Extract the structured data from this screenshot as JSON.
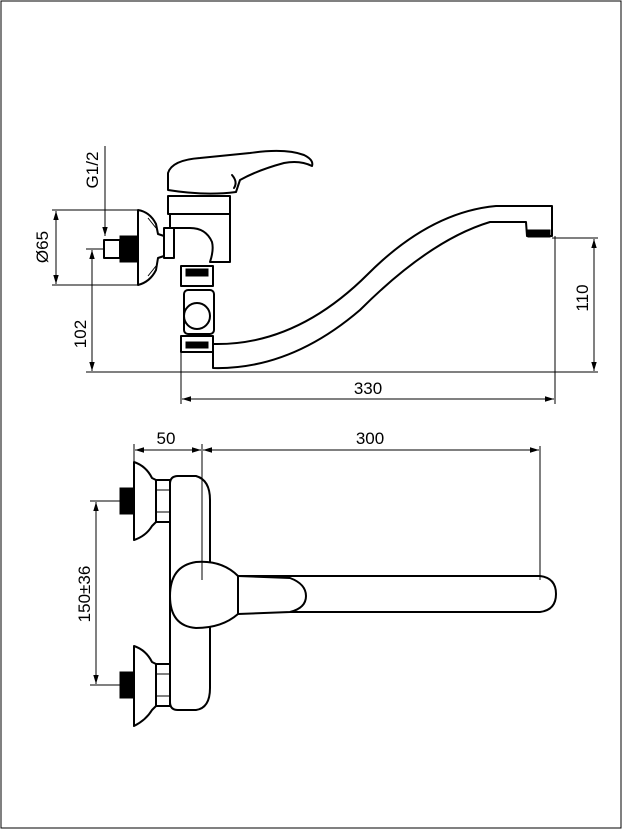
{
  "dimensions": {
    "thread": "G1/2",
    "diameter": "Ø65",
    "height_102": "102",
    "height_110": "110",
    "length_330": "330",
    "offset_50": "50",
    "reach_300": "300",
    "spacing": "150±36"
  },
  "colors": {
    "line": "#000000",
    "background": "#ffffff"
  }
}
